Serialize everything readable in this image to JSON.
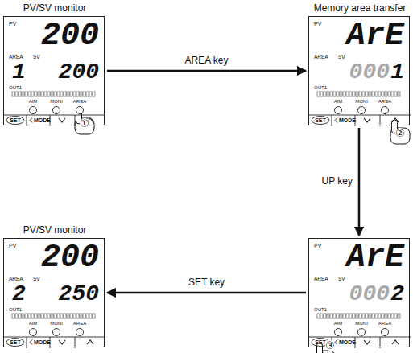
{
  "diagram": {
    "nodes": [
      {
        "text": [
          "PV/SV monitor",
          "PV",
          "200",
          "AREA",
          "1",
          "SV",
          "200",
          "OUT1",
          "AIM",
          "MONI",
          "AREA",
          "SET",
          "MODE"
        ]
      },
      {
        "text": [
          "Memory area transfer",
          "PV",
          "ArE",
          "AREA",
          "SV",
          "000",
          "1",
          "OUT1",
          "AIM",
          "MONI",
          "AREA",
          "SET",
          "MODE"
        ]
      },
      {
        "text": [
          "PV",
          "ArE",
          "AREA",
          "SV",
          "000",
          "2",
          "OUT1",
          "AIM",
          "MONI",
          "AREA",
          "SET",
          "MODE"
        ]
      },
      {
        "text": [
          "PV/SV monitor",
          "PV",
          "200",
          "AREA",
          "2",
          "SV",
          "250",
          "OUT1",
          "AIM",
          "MONI",
          "AREA",
          "SET",
          "MODE"
        ]
      }
    ],
    "edges": [
      {
        "from": 0,
        "to": 1,
        "label": "AREA key",
        "arrow": "to"
      },
      {
        "from": 1,
        "to": 2,
        "label": "UP key",
        "arrow": "to"
      },
      {
        "from": 2,
        "to": 3,
        "label": "SET key",
        "arrow": "to"
      }
    ],
    "labels": [
      "①",
      "②",
      "③"
    ]
  }
}
